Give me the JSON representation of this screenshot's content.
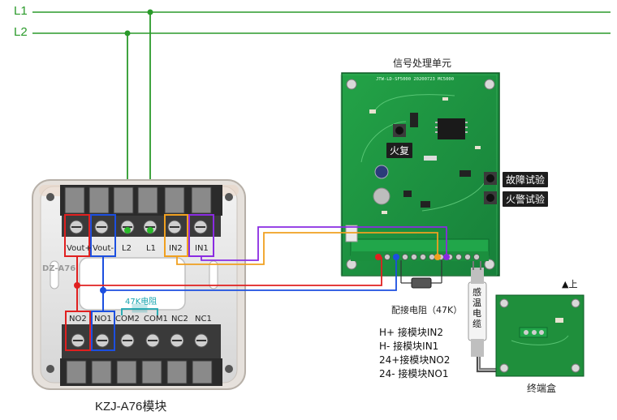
{
  "bus": {
    "l1_label": "L1",
    "l2_label": "L2"
  },
  "module": {
    "title": "KZJ-A76模块",
    "model_mark": "DZ-A76",
    "top_terminals": [
      "Vout+",
      "Vout-",
      "L2",
      "L1",
      "IN2",
      "IN1"
    ],
    "bottom_terminals": [
      "NO2",
      "NO1",
      "COM2",
      "COM1",
      "NC2",
      "NC1"
    ],
    "resistor_label": "47K电阻"
  },
  "processor": {
    "title": "信号处理单元",
    "board_text": "JTW-LD-SF5000   20200723 MC5000",
    "buttons": [
      "火复",
      "故障试验",
      "火警试验"
    ]
  },
  "resistor_caption": "配接电阻（47K）",
  "cable_label": "感温电缆",
  "wiring_notes": [
    "H+ 接模块IN2",
    "H-  接模块IN1",
    "24+接模块NO2",
    "24- 接模块NO1"
  ],
  "terminal_box": {
    "title": "终端盒",
    "up_label": "▲上"
  },
  "colors": {
    "bus": "#2a9a2a",
    "red": "#e02020",
    "blue": "#1c4fe0",
    "orange": "#f0a020",
    "purple": "#8a2be2",
    "pcb": "#1f8f3c",
    "teal": "#1aa6b0"
  }
}
